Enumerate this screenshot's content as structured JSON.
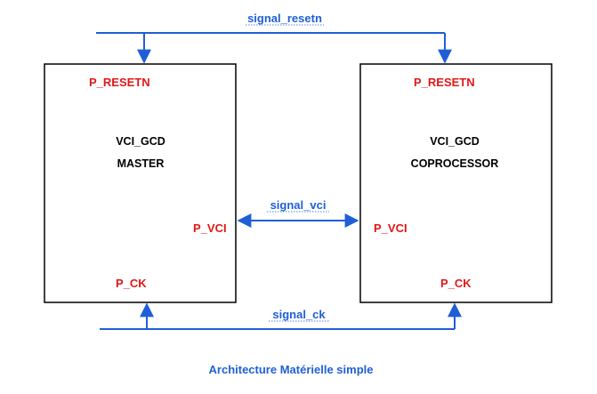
{
  "signals": {
    "resetn": "signal_resetn",
    "vci": "signal_vci",
    "ck": "signal_ck"
  },
  "blocks": {
    "master": {
      "port_resetn": "P_RESETN",
      "port_vci": "P_VCI",
      "port_ck": "P_CK",
      "name_line1": "VCI_GCD",
      "name_line2": "MASTER"
    },
    "coprocessor": {
      "port_resetn": "P_RESETN",
      "port_vci": "P_VCI",
      "port_ck": "P_CK",
      "name_line1": "VCI_GCD",
      "name_line2": "COPROCESSOR"
    }
  },
  "caption": "Architecture Matérielle simple",
  "colors": {
    "wire": "#1f5fd6",
    "port_label": "#e01818",
    "block_text": "#000000"
  }
}
